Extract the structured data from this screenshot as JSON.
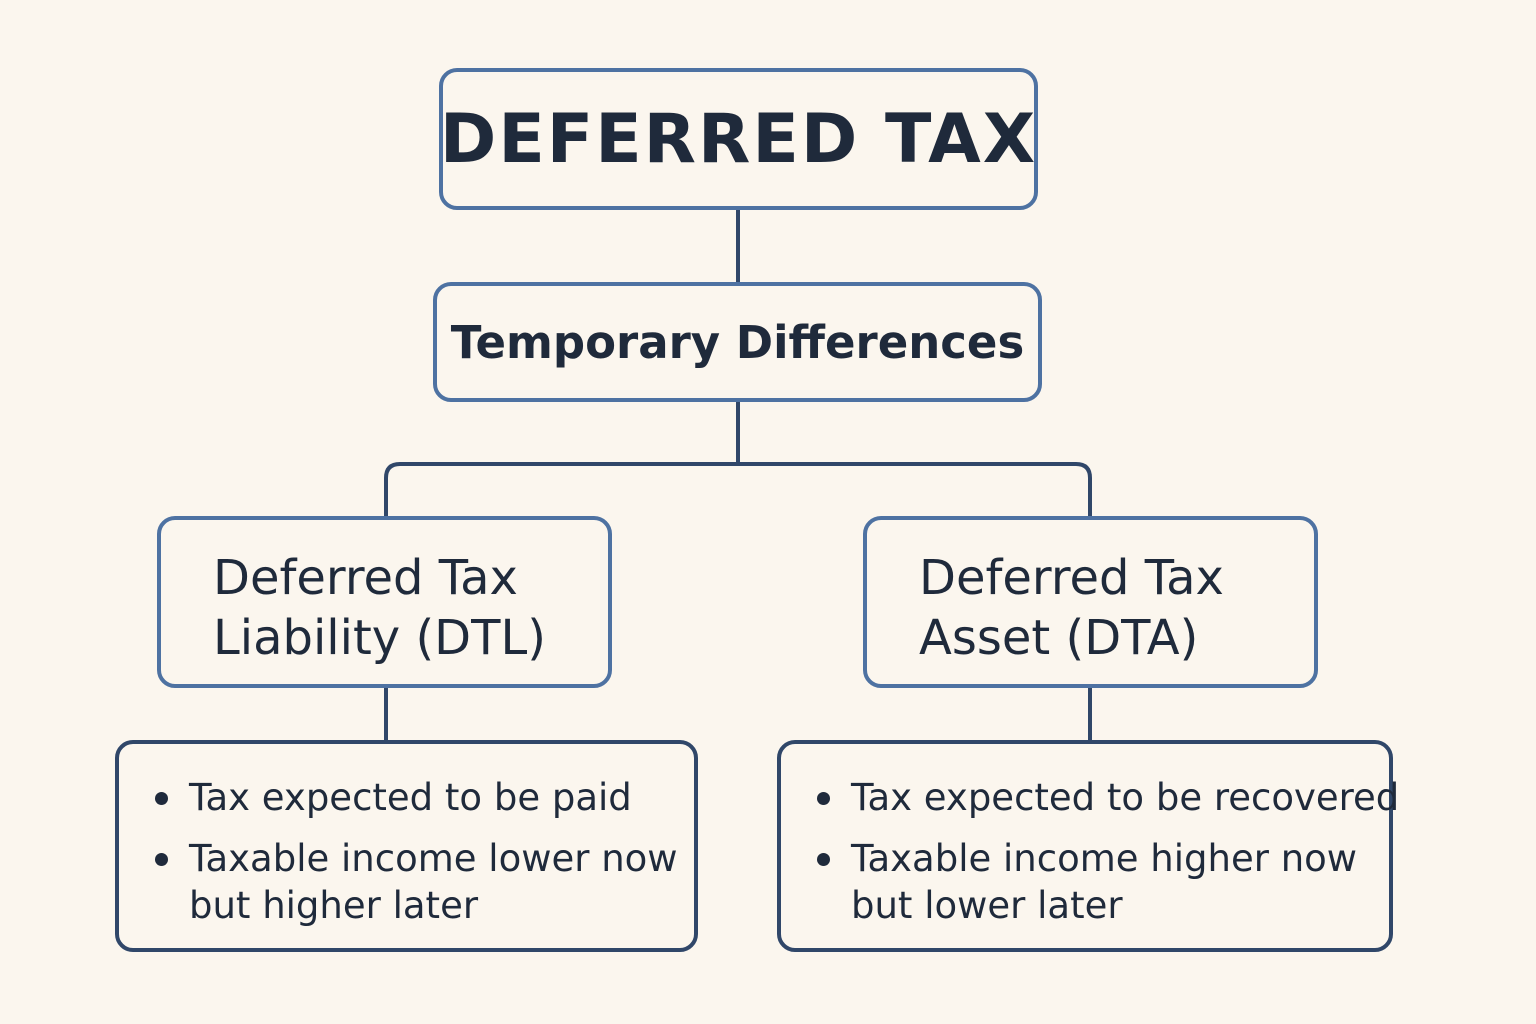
{
  "colors": {
    "background": "#FBF6EE",
    "text": "#1F2A3B",
    "box_border_upper": "#4E72A2",
    "box_border_lower": "#304769",
    "connector": "#304769"
  },
  "title": "DEFERRED TAX",
  "temporary_differences": "Temporary Differences",
  "liability": {
    "line1": "Deferred Tax",
    "line2": "Liability (DTL)",
    "bullets": [
      {
        "lines": [
          "Tax expected to be paid"
        ]
      },
      {
        "lines": [
          "Taxable income lower now",
          "but higher later"
        ]
      }
    ]
  },
  "asset": {
    "line1": "Deferred Tax",
    "line2": "Asset (DTA)",
    "bullets": [
      {
        "lines": [
          "Tax expected to be recovered"
        ]
      },
      {
        "lines": [
          "Taxable income higher now",
          "but lower later"
        ]
      }
    ]
  }
}
